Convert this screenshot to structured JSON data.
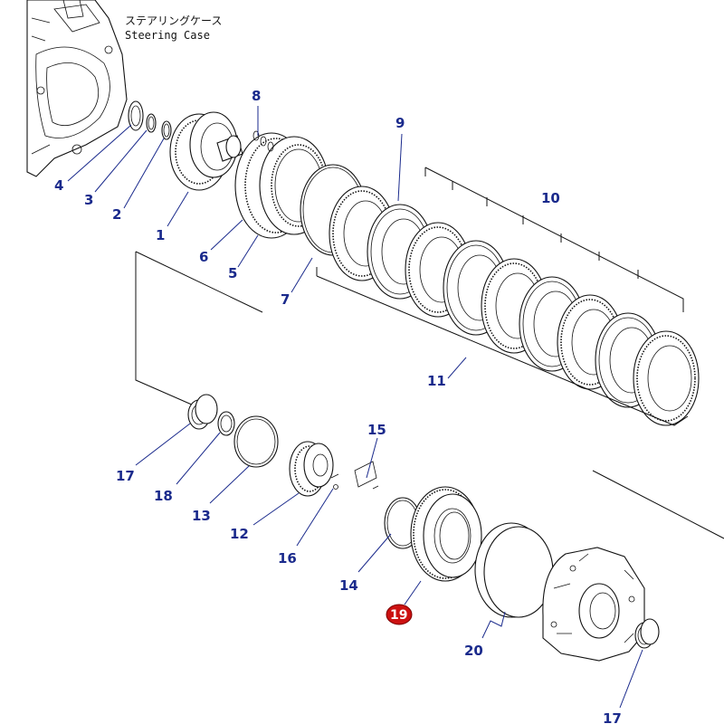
{
  "caption": {
    "japanese": "ステアリングケース",
    "english": "Steering Case"
  },
  "highlight_color": "#cc1111",
  "label_color": "#1a2a8c",
  "callouts": [
    {
      "id": "c1",
      "text": "1"
    },
    {
      "id": "c2",
      "text": "2"
    },
    {
      "id": "c3",
      "text": "3"
    },
    {
      "id": "c4",
      "text": "4"
    },
    {
      "id": "c5",
      "text": "5"
    },
    {
      "id": "c6",
      "text": "6"
    },
    {
      "id": "c7",
      "text": "7"
    },
    {
      "id": "c8",
      "text": "8"
    },
    {
      "id": "c9",
      "text": "9"
    },
    {
      "id": "c10",
      "text": "10"
    },
    {
      "id": "c11",
      "text": "11"
    },
    {
      "id": "c12",
      "text": "12"
    },
    {
      "id": "c13",
      "text": "13"
    },
    {
      "id": "c14",
      "text": "14"
    },
    {
      "id": "c15",
      "text": "15"
    },
    {
      "id": "c16",
      "text": "16"
    },
    {
      "id": "c17a",
      "text": "17"
    },
    {
      "id": "c17b",
      "text": "17"
    },
    {
      "id": "c18",
      "text": "18"
    },
    {
      "id": "c19",
      "text": "19",
      "highlighted": true
    },
    {
      "id": "c20",
      "text": "20"
    }
  ]
}
